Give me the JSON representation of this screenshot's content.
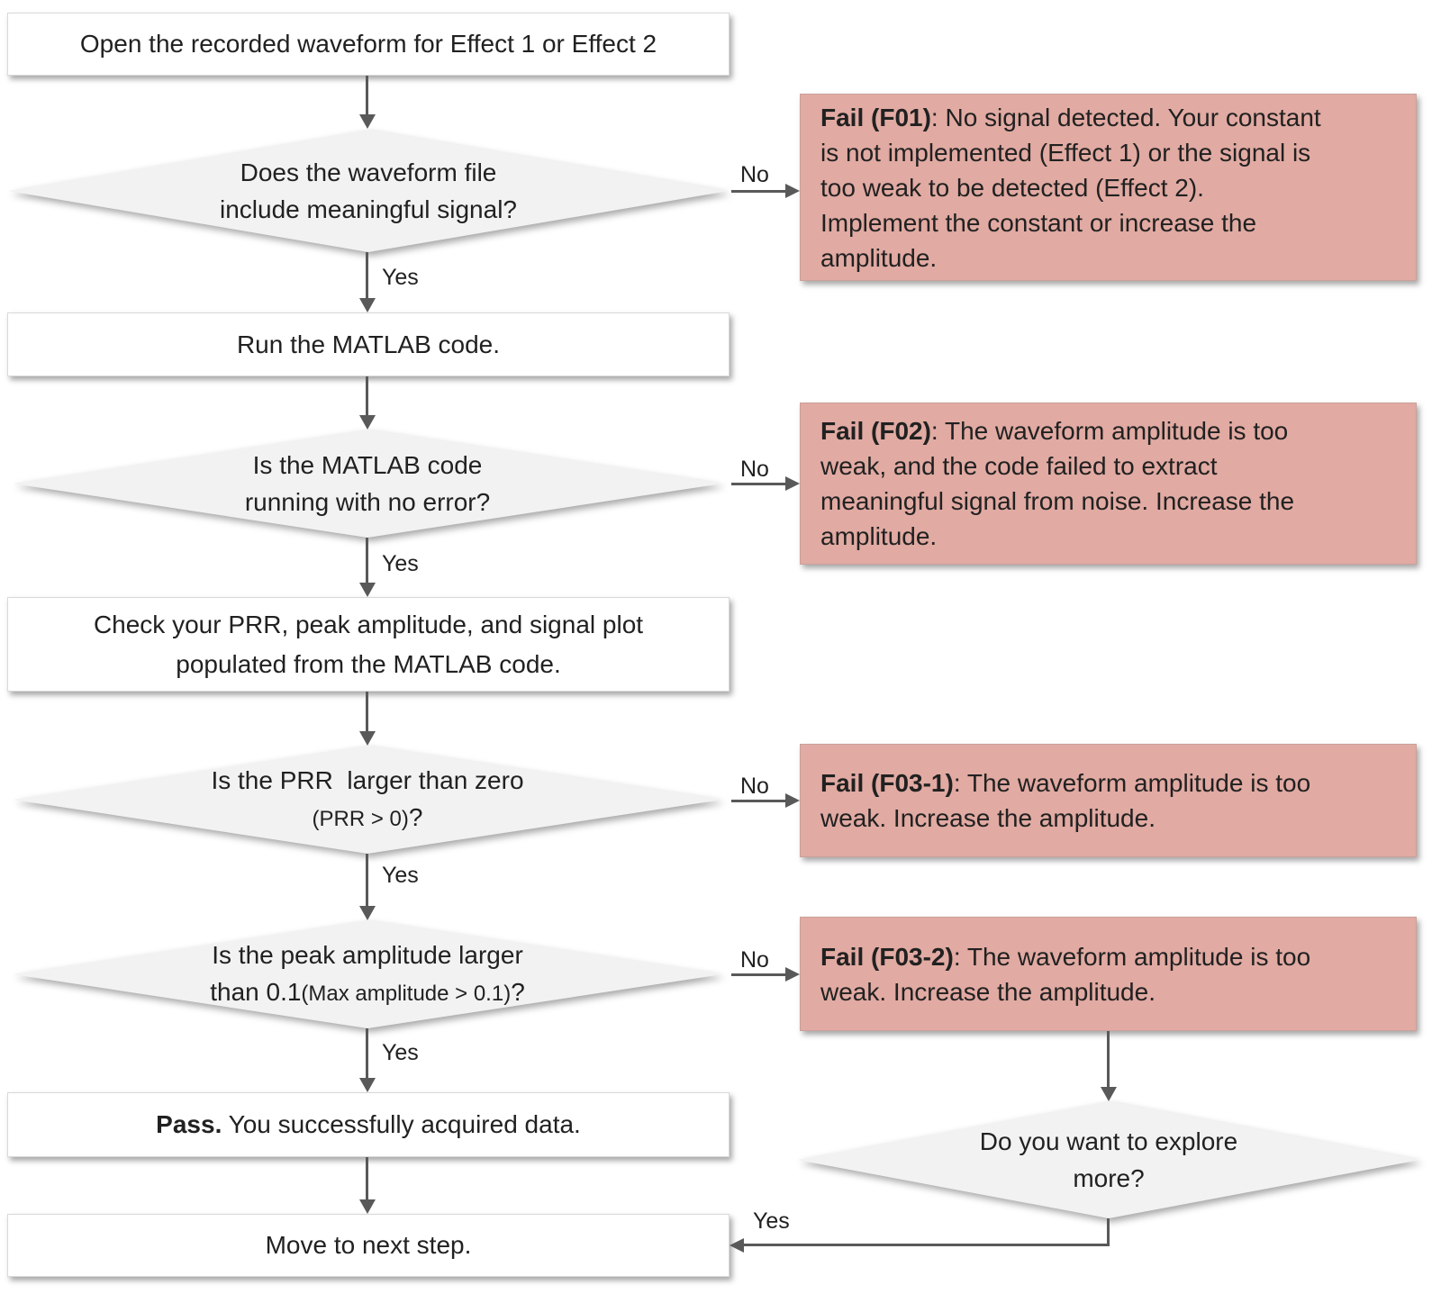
{
  "flowchart": {
    "nodes": {
      "open_waveform": {
        "text": "Open the recorded waveform for Effect 1 or Effect 2"
      },
      "q_signal": {
        "line1": "Does the waveform file",
        "line2": "include meaningful signal?"
      },
      "run_matlab": {
        "text": "Run the MATLAB code."
      },
      "q_error": {
        "line1": "Is the MATLAB code",
        "line2": "running with no error?"
      },
      "check_outputs": {
        "line1": "Check your PRR, peak amplitude, and signal plot",
        "line2": "populated from the MATLAB code."
      },
      "q_prr": {
        "line1": "Is the PRR  larger than zero",
        "line2_small": "(PRR > 0)",
        "line2_suffix": "?"
      },
      "q_peak": {
        "line1": "Is the peak amplitude larger",
        "line2_prefix": "than 0.1",
        "line2_small": "(Max amplitude > 0.1)",
        "line2_suffix": "?"
      },
      "pass": {
        "lead": "Pass.",
        "rest": " You successfully acquired data."
      },
      "move_next": {
        "text": "Move to next step."
      },
      "q_explore": {
        "line1": "Do you want to explore",
        "line2": "more?"
      },
      "fail_f01": {
        "lead": "Fail (F01)",
        "rest": ": No signal detected. Your constant\nis not implemented (Effect 1) or the signal is\ntoo weak to be detected (Effect 2).\nImplement the constant or increase the\namplitude."
      },
      "fail_f02": {
        "lead": "Fail (F02)",
        "rest": ": The waveform amplitude is too\nweak, and the code failed to extract\nmeaningful signal from noise. Increase the\namplitude."
      },
      "fail_f03_1": {
        "lead": "Fail (F03-1)",
        "rest": ": The waveform amplitude is too\nweak. Increase the amplitude."
      },
      "fail_f03_2": {
        "lead": "Fail (F03-2)",
        "rest": ": The waveform amplitude is too\nweak. Increase the amplitude."
      }
    },
    "edges": {
      "signal_no": "No",
      "signal_yes": "Yes",
      "error_no": "No",
      "error_yes": "Yes",
      "prr_no": "No",
      "prr_yes": "Yes",
      "peak_no": "No",
      "peak_yes": "Yes",
      "explore_yes": "Yes"
    },
    "colors": {
      "fail_fill": "#e1aaa2",
      "fail_border": "#caa19a",
      "decision_fill": "#f2f2f3",
      "process_fill": "#ffffff",
      "process_border": "#d9d9d9",
      "arrow": "#595959",
      "text": "#212121"
    }
  }
}
